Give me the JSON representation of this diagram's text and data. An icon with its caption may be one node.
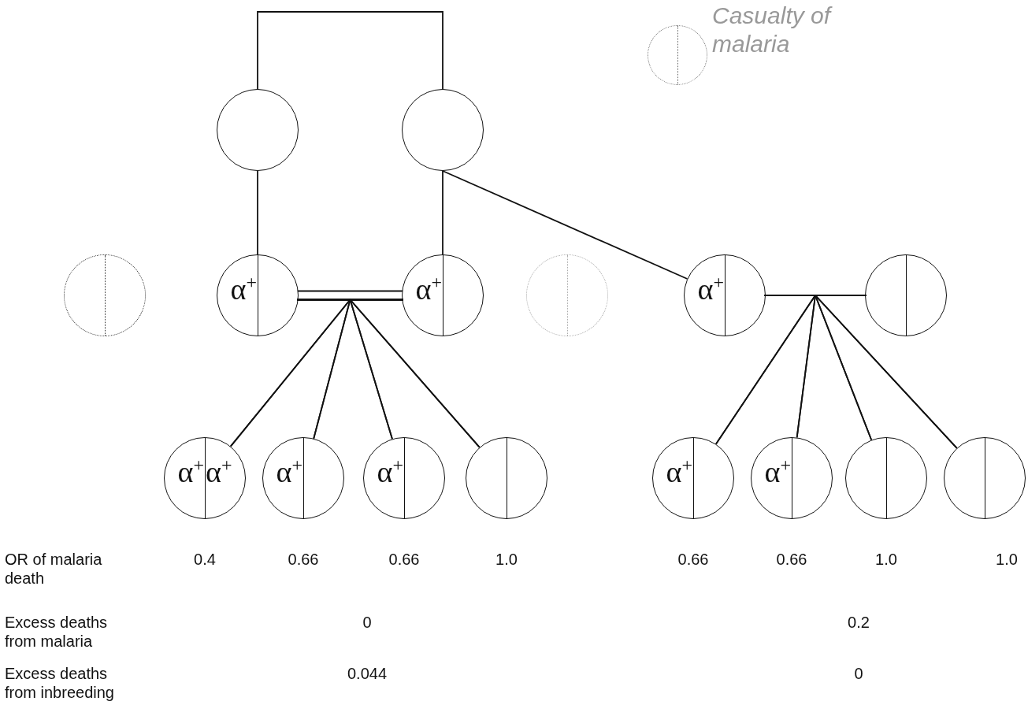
{
  "diagram": {
    "nodes": [
      {
        "text": [],
        "shape": "circle"
      },
      {
        "text": [],
        "shape": "circle"
      },
      {
        "text": [],
        "shape": "circle"
      },
      {
        "text": [
          "α$^{+}$"
        ]
      },
      {
        "text": [
          "α$^{+}$"
        ]
      },
      {
        "text": [],
        "shape": "circle"
      },
      {
        "text": [
          "α$^{+}$"
        ]
      },
      {
        "text": [],
        "shape": "circle"
      },
      {
        "text": [
          "α$^{+}$",
          "α$^{+}$"
        ]
      },
      {
        "text": [
          "α$^{+}$"
        ]
      },
      {
        "text": [
          "α$^{+}$"
        ]
      },
      {
        "text": [],
        "shape": "circle"
      },
      {
        "text": [
          "α$^{+}$"
        ]
      },
      {
        "text": [
          "α$^{+}$"
        ]
      },
      {
        "text": [],
        "shape": "circle"
      },
      {
        "text": [],
        "shape": "circle"
      },
      {
        "text": [],
        "shape": "circle",
        "beside": [
          "Casualty of malaria"
        ]
      }
    ],
    "edges": [
      {
        "from": 0,
        "to": 1,
        "arrow": "none"
      },
      {
        "from": 0,
        "to": 3,
        "arrow": "none"
      },
      {
        "from": 1,
        "to": 4,
        "arrow": "none"
      },
      {
        "from": 1,
        "to": 6,
        "arrow": "none"
      },
      {
        "from": 3,
        "to": 4,
        "arrow": "none"
      },
      {
        "from": 6,
        "to": 7,
        "arrow": "none"
      },
      {
        "from": 3,
        "to": 8,
        "arrow": "none"
      },
      {
        "from": 3,
        "to": 9,
        "arrow": "none"
      },
      {
        "from": 3,
        "to": 10,
        "arrow": "none"
      },
      {
        "from": 3,
        "to": 11,
        "arrow": "none"
      },
      {
        "from": 4,
        "to": 8,
        "arrow": "none"
      },
      {
        "from": 4,
        "to": 9,
        "arrow": "none"
      },
      {
        "from": 4,
        "to": 10,
        "arrow": "none"
      },
      {
        "from": 4,
        "to": 11,
        "arrow": "none"
      },
      {
        "from": 6,
        "to": 12,
        "arrow": "none"
      },
      {
        "from": 6,
        "to": 13,
        "arrow": "none"
      },
      {
        "from": 6,
        "to": 14,
        "arrow": "none"
      },
      {
        "from": 6,
        "to": 15,
        "arrow": "none"
      },
      {
        "from": 7,
        "to": 12,
        "arrow": "none"
      },
      {
        "from": 7,
        "to": 13,
        "arrow": "none"
      },
      {
        "from": 7,
        "to": 14,
        "arrow": "none"
      },
      {
        "from": 7,
        "to": 15,
        "arrow": "none"
      }
    ],
    "labels": [
      "OR of malaria death",
      "0.4",
      "0.66",
      "0.66",
      "1.0",
      "0.66",
      "0.66",
      "1.0",
      "1.0",
      "Excess deaths from malaria",
      "0",
      "0.2",
      "Excess deaths from inbreeding",
      "0.044",
      "0"
    ]
  }
}
